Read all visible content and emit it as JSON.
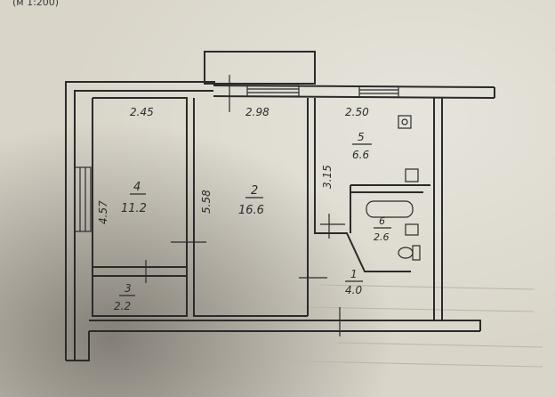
{
  "scale_note": "(м 1:200)",
  "rooms": [
    {
      "number": "1",
      "area": "4.0"
    },
    {
      "number": "2",
      "area": "16.6"
    },
    {
      "number": "3",
      "area": "2.2"
    },
    {
      "number": "4",
      "area": "11.2"
    },
    {
      "number": "5",
      "area": "6.6"
    },
    {
      "number": "6",
      "area": "2.6"
    }
  ],
  "dimensions": {
    "room4_width": "2.45",
    "room2_width": "2.98",
    "room5_width": "2.50",
    "room4_depth": "4.57",
    "room2_depth": "5.58",
    "room5_depth": "3.15"
  }
}
